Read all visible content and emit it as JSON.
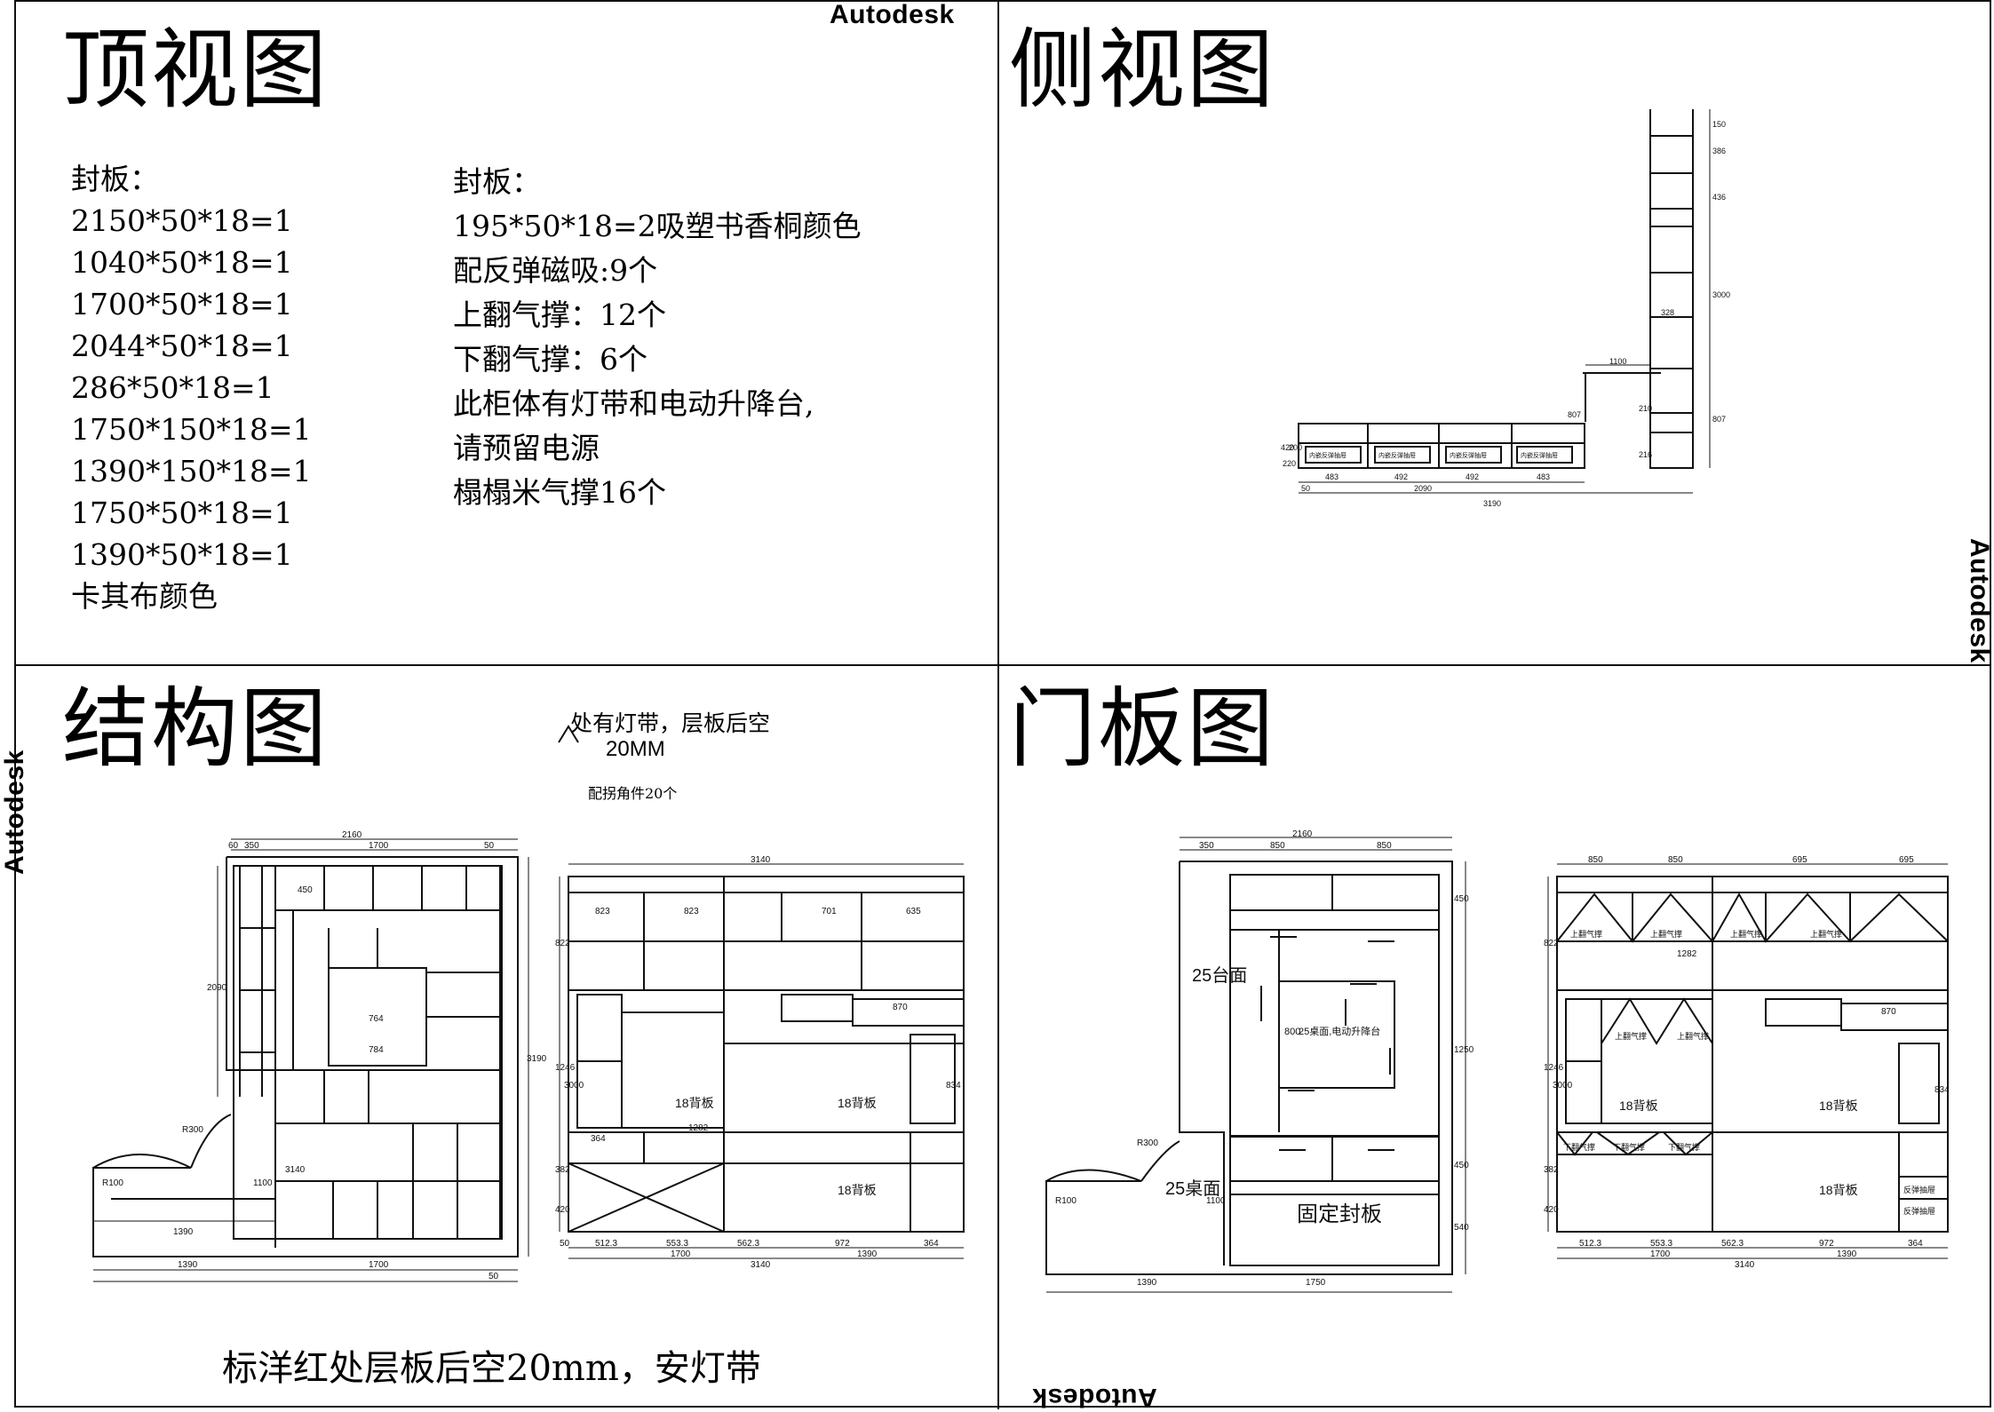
{
  "brand": {
    "top": "Autodesk",
    "right": "Autodesk",
    "left": "Autodesk",
    "bottom": "Autodesk"
  },
  "top_view": {
    "title": "顶视图",
    "col1": [
      "封板：",
      "2150*50*18=1",
      "1040*50*18=1",
      "1700*50*18=1",
      "2044*50*18=1",
      "286*50*18=1",
      "1750*150*18=1",
      "1390*150*18=1",
      "1750*50*18=1",
      "1390*50*18=1",
      "卡其布颜色"
    ],
    "col2": [
      "封板：",
      "195*50*18=2吸塑书香桐颜色",
      "配反弹磁吸:9个",
      "上翻气撑：12个",
      "下翻气撑：6个",
      "此柜体有灯带和电动升降台,",
      "请预留电源",
      "榻榻米气撑16个"
    ]
  },
  "side_view": {
    "title": "侧视图",
    "dims": [
      "150",
      "386",
      "436",
      "3000",
      "328",
      "1100",
      "210",
      "807",
      "216",
      "807",
      "420",
      "220",
      "200",
      "483",
      "492",
      "2090",
      "492",
      "483",
      "50",
      "3190"
    ],
    "drawer_label": "内嵌反弹抽屉"
  },
  "structure": {
    "title": "结构图",
    "note_light": "处有灯带，层板后空",
    "note_gap": "20MM",
    "note_corner": "配拐角件20个",
    "bottom_note": "标洋红处层板后空20mm，安灯带",
    "plan_dims": [
      "2160",
      "60",
      "350",
      "1700",
      "50",
      "2090",
      "3190",
      "1390",
      "3140",
      "1390",
      "1700",
      "50",
      "1100",
      "R100",
      "R300",
      "450",
      "764",
      "784"
    ],
    "elev_dims": [
      "3140",
      "822",
      "1246",
      "3000",
      "382",
      "420",
      "50",
      "512.3",
      "553.3",
      "562.3",
      "972",
      "364",
      "1700",
      "1390",
      "3140",
      "1282",
      "870",
      "834",
      "364"
    ],
    "elev_labels": [
      "18背板",
      "18背板",
      "18背板"
    ],
    "row_labels": [
      "823",
      "823",
      "701",
      "635"
    ]
  },
  "door_panel": {
    "title": "门板图",
    "plan_labels": [
      "25台面",
      "25桌面",
      "800",
      "25桌面,电动升降台",
      "固定封板"
    ],
    "plan_dims": [
      "2160",
      "350",
      "850",
      "850",
      "1390",
      "1750",
      "450",
      "1250",
      "450",
      "540",
      "R100",
      "R300",
      "1100"
    ],
    "elev_dims": [
      "850",
      "850",
      "695",
      "695",
      "822",
      "1246",
      "3000",
      "382",
      "420",
      "512.3",
      "553.3",
      "562.3",
      "972",
      "364",
      "1700",
      "1390",
      "3140",
      "1282",
      "870",
      "834"
    ],
    "elev_labels": [
      "上翻气撑",
      "上翻气撑",
      "上翻气撑",
      "上翻气撑",
      "上翻气撑",
      "上翻气撑",
      "下翻气撑",
      "下翻气撑",
      "下翻气撑",
      "18背板",
      "18背板",
      "18背板",
      "反弹抽屉",
      "反弹抽屉"
    ]
  }
}
